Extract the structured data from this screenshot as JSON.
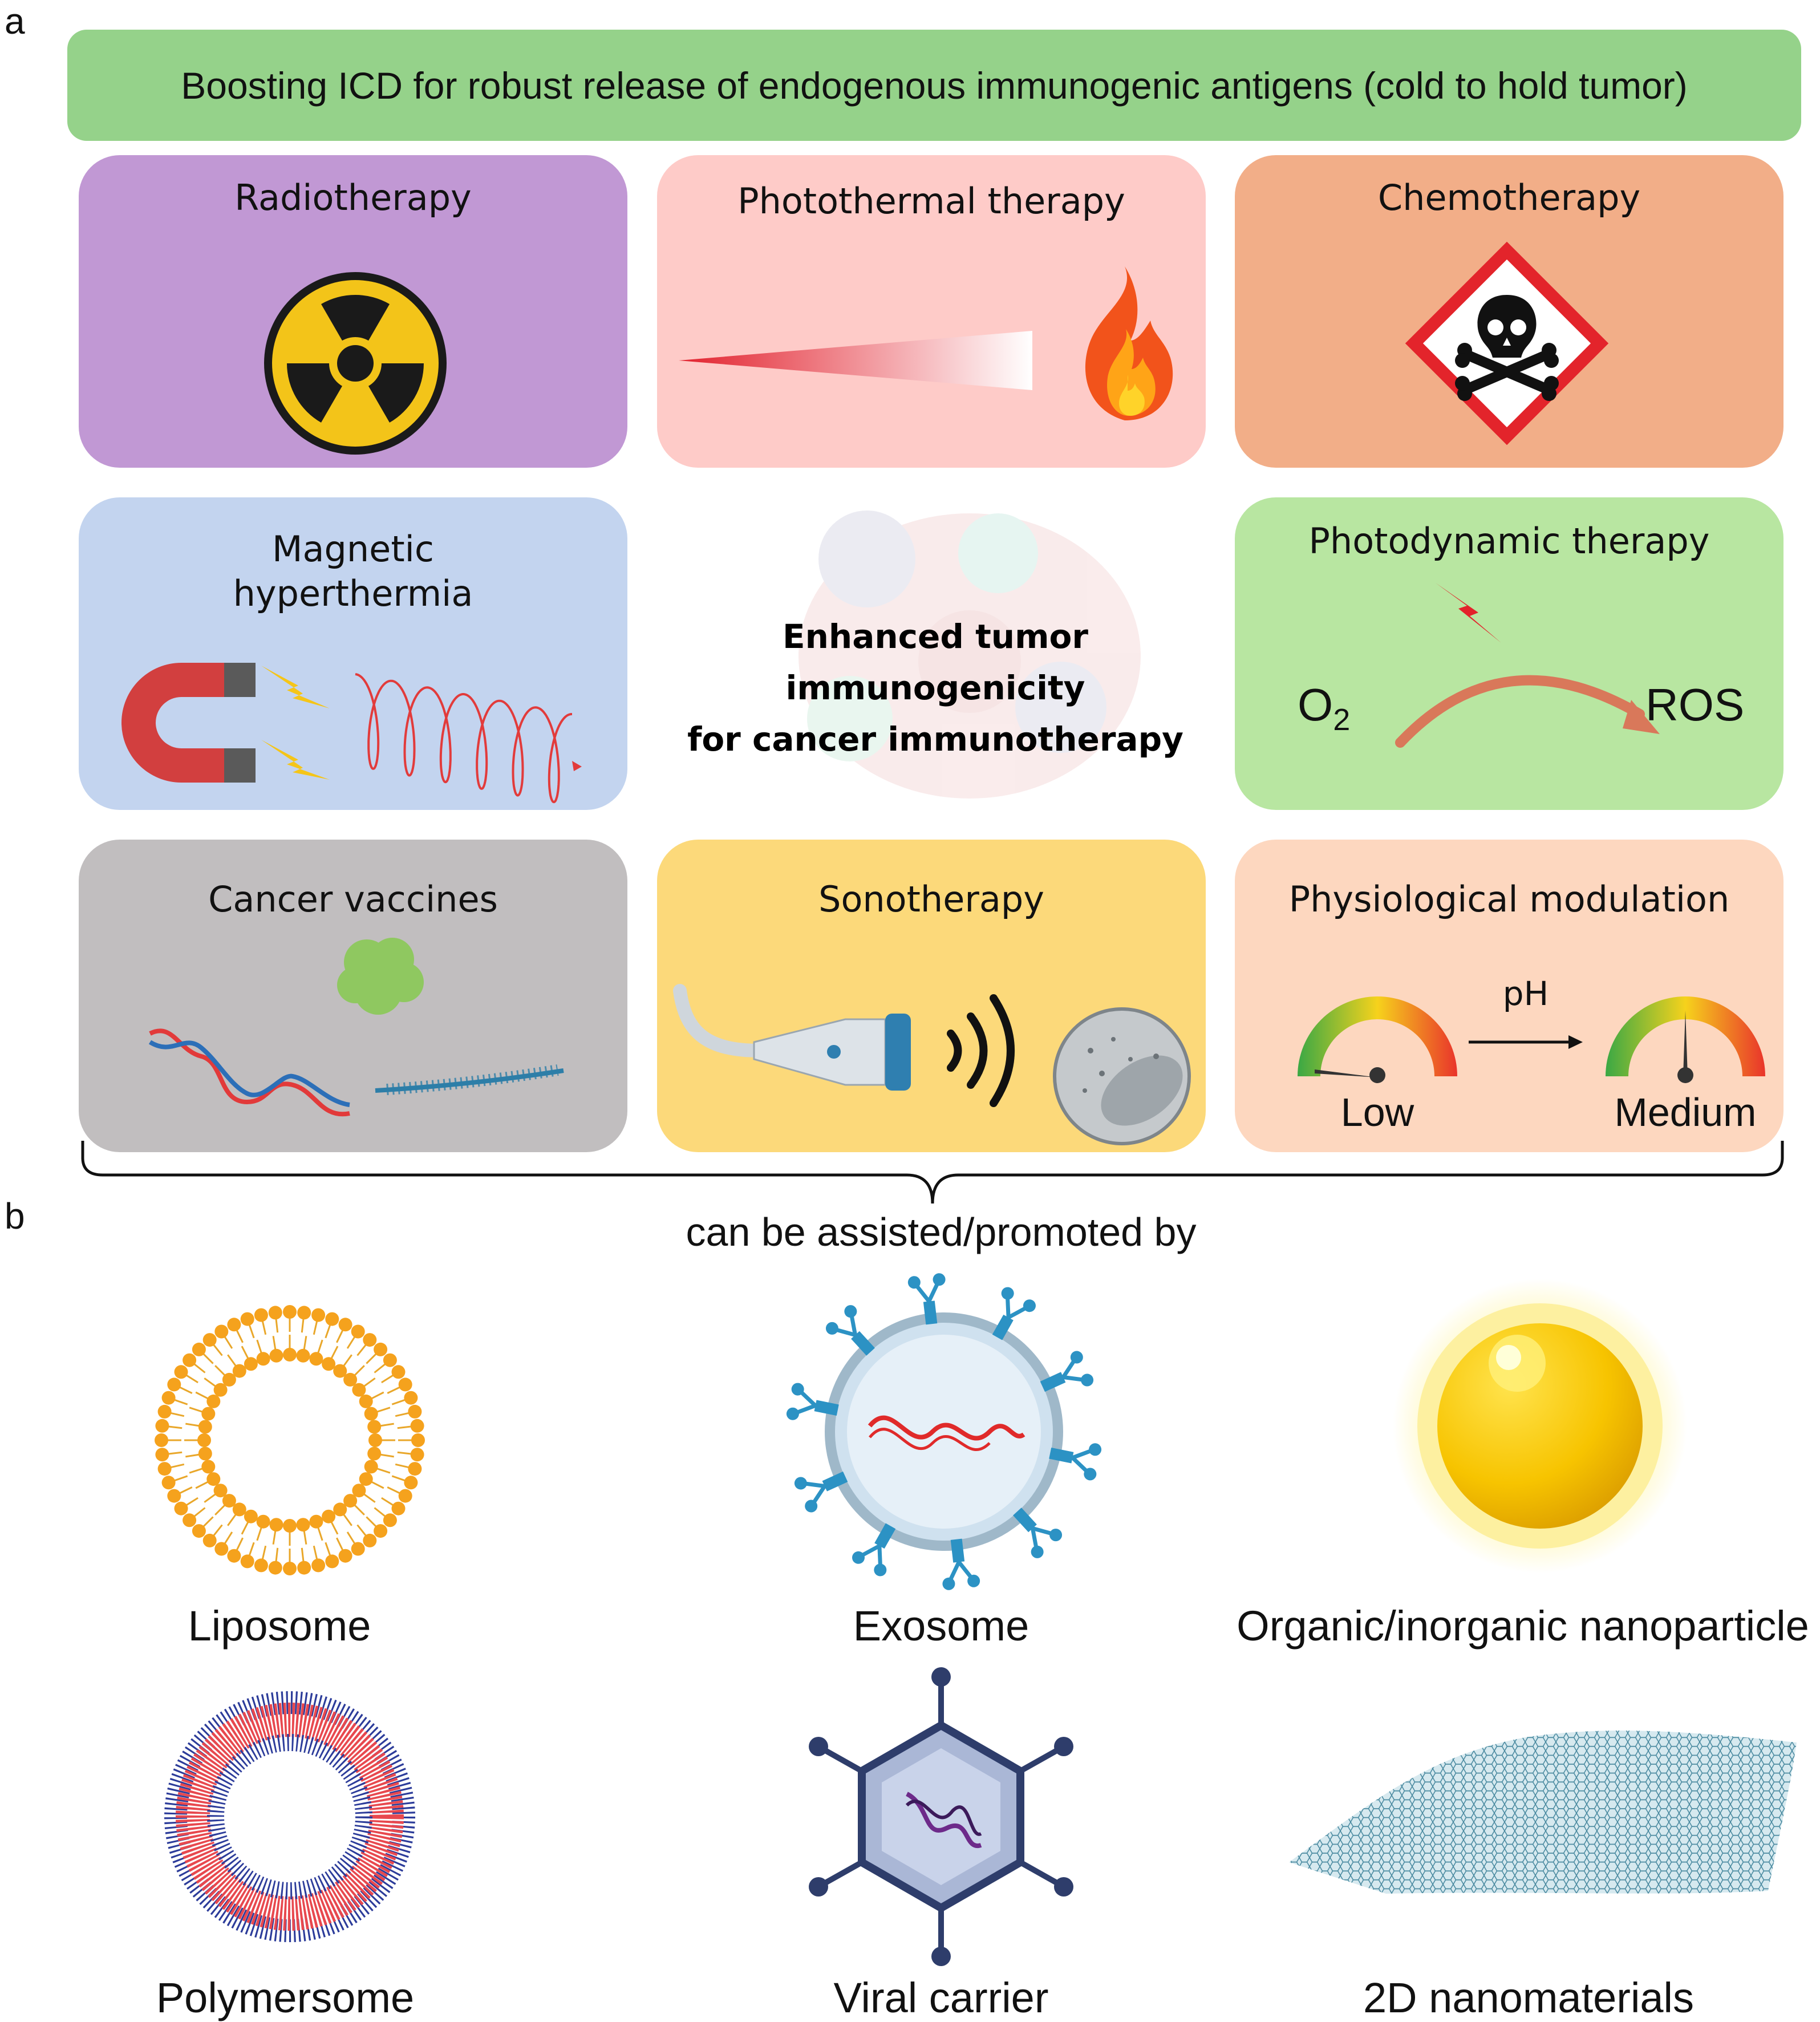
{
  "panel_labels": {
    "a": "a",
    "b": "b"
  },
  "banner": {
    "text": "Boosting ICD for robust release of endogenous immunogenic antigens (cold to hold tumor)"
  },
  "cards": {
    "radiotherapy": {
      "title": "Radiotherapy",
      "color": "#c198d4",
      "icon": "radiation-icon"
    },
    "photothermal": {
      "title": "Photothermal therapy",
      "color": "#fecbc8",
      "icon": "flame-icon"
    },
    "chemotherapy": {
      "title": "Chemotherapy",
      "color": "#f2ae88",
      "icon": "skull-crossbones-icon"
    },
    "magnetic": {
      "title_line1": "Magnetic",
      "title_line2": "hyperthermia",
      "color": "#c3d4ef",
      "icon": "magnet-icon"
    },
    "photodynamic": {
      "title": "Photodynamic therapy",
      "color": "#b8e6a1",
      "icon": "lightning-icon",
      "reactant": "O",
      "reactant_sub": "2",
      "product": "ROS"
    },
    "vaccines": {
      "title": "Cancer vaccines",
      "color": "#c1bebf",
      "icon": "dna-icon"
    },
    "sonotherapy": {
      "title": "Sonotherapy",
      "color": "#fcd97a",
      "icon": "ultrasound-probe-icon"
    },
    "physiological": {
      "title": "Physiological modulation",
      "color": "#fdd7bf",
      "icon": "gauge-icon",
      "arrow_label": "pH",
      "gauge_left": "Low",
      "gauge_right": "Medium"
    }
  },
  "center": {
    "line1": "Enhanced tumor immunogenicity",
    "line2": "for cancer immunotherapy"
  },
  "brace_label": "can be assisted/promoted by",
  "carriers": [
    {
      "label": "Liposome",
      "icon": "liposome-icon"
    },
    {
      "label": "Exosome",
      "icon": "exosome-icon"
    },
    {
      "label": "Organic/inorganic nanoparticle",
      "icon": "nanoparticle-icon"
    },
    {
      "label": "Polymersome",
      "icon": "polymersome-icon"
    },
    {
      "label": "Viral carrier",
      "icon": "viral-carrier-icon"
    },
    {
      "label": "2D nanomaterials",
      "icon": "2d-sheet-icon"
    }
  ]
}
